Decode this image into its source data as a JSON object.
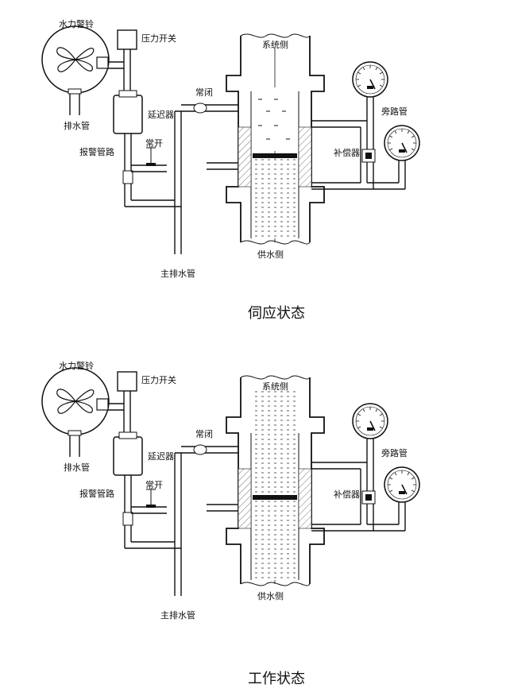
{
  "diagrams": [
    {
      "caption": "伺应状态",
      "labels": {
        "bell": "水力警铃",
        "pressure_switch": "压力开关",
        "drain": "排水管",
        "delay": "延迟器",
        "alarm_line": "报警管路",
        "valve_closed": "常闭",
        "valve_open": "常开",
        "system_side": "系统侧",
        "bypass": "旁路管",
        "compensator": "补偿器",
        "supply_side": "供水侧",
        "main_drain": "主排水管"
      }
    },
    {
      "caption": "工作状态",
      "labels": {
        "bell": "水力警铃",
        "pressure_switch": "压力开关",
        "drain": "排水管",
        "delay": "延迟器",
        "alarm_line": "报警管路",
        "valve_closed": "常闭",
        "valve_open": "常开",
        "system_side": "系统侧",
        "bypass": "旁路管",
        "compensator": "补偿器",
        "supply_side": "供水侧",
        "main_drain": "主排水管"
      }
    }
  ]
}
